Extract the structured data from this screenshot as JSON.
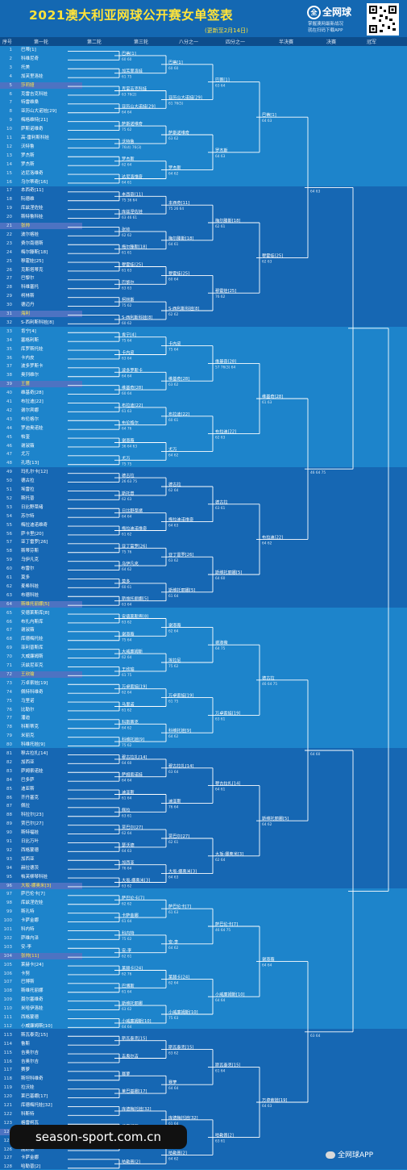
{
  "header": {
    "title": "2021澳大利亚网球公开赛女单签表",
    "subtitle": "(更新至2月14日)",
    "logo": {
      "badge": "全",
      "name": "全网球",
      "lines": [
        "掌握澳网最新战况",
        "就在扫码下载APP"
      ]
    }
  },
  "columns": [
    "序号",
    "第一轮",
    "第二轮",
    "第三轮",
    "八分之一",
    "四分之一",
    "半决赛",
    "决赛",
    "冠军"
  ],
  "draw": [
    {
      "n": "1",
      "p": "巴蒂[1]"
    },
    {
      "n": "2",
      "p": "科维尼奇"
    },
    {
      "n": "3",
      "p": "托美"
    },
    {
      "n": "4",
      "p": "加芙里洛娃"
    },
    {
      "n": "5",
      "p": "莎莉娅"
    },
    {
      "n": "6",
      "p": "克雷吉克科娃"
    },
    {
      "n": "7",
      "p": "特雷维桑"
    },
    {
      "n": "8",
      "p": "亚历山大诺娃[29]"
    },
    {
      "n": "9",
      "p": "梅格维特[21]"
    },
    {
      "n": "10",
      "p": "萨斯诺维奇"
    },
    {
      "n": "11",
      "p": "高-雷利斯科娃"
    },
    {
      "n": "12",
      "p": "沃特鲁"
    },
    {
      "n": "13",
      "p": "罗杰斯"
    },
    {
      "n": "14",
      "p": "罗杰斯"
    },
    {
      "n": "15",
      "p": "达尼洛维奇"
    },
    {
      "n": "16",
      "p": "乌尔蒂奇[16]"
    },
    {
      "n": "17",
      "p": "本西奇[11]"
    },
    {
      "n": "18",
      "p": "阮德维"
    },
    {
      "n": "19",
      "p": "库兹涅佐娃"
    },
    {
      "n": "20",
      "p": "斯特鲁科娃"
    },
    {
      "n": "21",
      "p": "张帅"
    },
    {
      "n": "22",
      "p": "波尔格娃"
    },
    {
      "n": "23",
      "p": "费尔南德斯"
    },
    {
      "n": "24",
      "p": "梅尔滕斯[18]"
    },
    {
      "n": "25",
      "p": "穆霍娃[25]"
    },
    {
      "n": "26",
      "p": "克斯塔蒂克"
    },
    {
      "n": "27",
      "p": "巴黎尔"
    },
    {
      "n": "28",
      "p": "科维塞托"
    },
    {
      "n": "29",
      "p": "柯林斯"
    },
    {
      "n": "30",
      "p": "德迈丹"
    },
    {
      "n": "31",
      "p": "海利"
    },
    {
      "n": "32",
      "p": "S-西利斯科娃[8]"
    },
    {
      "n": "33",
      "p": "肯宁[4]"
    },
    {
      "n": "34",
      "p": "塞格利斯"
    },
    {
      "n": "35",
      "p": "库罗斯托娃"
    },
    {
      "n": "36",
      "p": "卡内皮"
    },
    {
      "n": "37",
      "p": "波多罗斯卡"
    },
    {
      "n": "38",
      "p": "奥列维尔"
    },
    {
      "n": "39",
      "p": "王蔷"
    },
    {
      "n": "40",
      "p": "维基奇[28]"
    },
    {
      "n": "41",
      "p": "布拉迪[22]"
    },
    {
      "n": "42",
      "p": "谢尔宾娜"
    },
    {
      "n": "43",
      "p": "布伦格尔"
    },
    {
      "n": "44",
      "p": "罗迪奥诺娃"
    },
    {
      "n": "45",
      "p": "帕奎"
    },
    {
      "n": "46",
      "p": "谢淑薇"
    },
    {
      "n": "47",
      "p": "尤万"
    },
    {
      "n": "48",
      "p": "孔塔[13]"
    },
    {
      "n": "49",
      "p": "玛扎尔卡[12]"
    },
    {
      "n": "50",
      "p": "德古拉"
    },
    {
      "n": "51",
      "p": "埃雷拉"
    },
    {
      "n": "52",
      "p": "斯托普"
    },
    {
      "n": "53",
      "p": "日比野菜绪"
    },
    {
      "n": "54",
      "p": "苏尔特"
    },
    {
      "n": "55",
      "p": "梅拉迪诺维奇"
    },
    {
      "n": "56",
      "p": "萨卡里[20]"
    },
    {
      "n": "57",
      "p": "亚丁雷罗[26]"
    },
    {
      "n": "58",
      "p": "斯蒂芬斯"
    },
    {
      "n": "59",
      "p": "乌伊凡克"
    },
    {
      "n": "60",
      "p": "布雷尔"
    },
    {
      "n": "61",
      "p": "莫多"
    },
    {
      "n": "62",
      "p": "麦希科娃"
    },
    {
      "n": "63",
      "p": "布德科娃"
    },
    {
      "n": "64",
      "p": "斯维托丽娜[5]"
    },
    {
      "n": "65",
      "p": "安德莱斯库[8]"
    },
    {
      "n": "66",
      "p": "布扎内斯库"
    },
    {
      "n": "67",
      "p": "谢淑薇"
    },
    {
      "n": "68",
      "p": "库德梅托娃"
    },
    {
      "n": "69",
      "p": "菲利普斯库"
    },
    {
      "n": "70",
      "p": "大威廉姆斯"
    },
    {
      "n": "71",
      "p": "沃兹尼亚克"
    },
    {
      "n": "72",
      "p": "王欣瑜"
    },
    {
      "n": "73",
      "p": "万卓索娃[19]"
    },
    {
      "n": "74",
      "p": "佩特科维奇"
    },
    {
      "n": "75",
      "p": "马里诺"
    },
    {
      "n": "76",
      "p": "比勒尔"
    },
    {
      "n": "77",
      "p": "潘迪"
    },
    {
      "n": "78",
      "p": "科斯蒂克"
    },
    {
      "n": "79",
      "p": "米丽克"
    },
    {
      "n": "80",
      "p": "科维托娃[9]"
    },
    {
      "n": "81",
      "p": "穆古拉扎[14]"
    },
    {
      "n": "82",
      "p": "加西亚"
    },
    {
      "n": "83",
      "p": "萨姆索诺娃"
    },
    {
      "n": "84",
      "p": "巴多萨"
    },
    {
      "n": "85",
      "p": "迪亚斯"
    },
    {
      "n": "86",
      "p": "齐丹塞克"
    },
    {
      "n": "87",
      "p": "佩拉"
    },
    {
      "n": "88",
      "p": "科拉尔[23]"
    },
    {
      "n": "89",
      "p": "贾巴尔[27]"
    },
    {
      "n": "90",
      "p": "斯特福娃"
    },
    {
      "n": "91",
      "p": "日比万叶"
    },
    {
      "n": "92",
      "p": "西格蒙德"
    },
    {
      "n": "93",
      "p": "加西亚"
    },
    {
      "n": "94",
      "p": "赫拉德茨"
    },
    {
      "n": "95",
      "p": "帕芙柳琴科娃"
    },
    {
      "n": "96",
      "p": "大坂-娜奥米[3]"
    },
    {
      "n": "97",
      "p": "萨巴伦卡[7]"
    },
    {
      "n": "98",
      "p": "库兹涅佐娃"
    },
    {
      "n": "99",
      "p": "斯孔特"
    },
    {
      "n": "100",
      "p": "卡萨金娜"
    },
    {
      "n": "101",
      "p": "科内特"
    },
    {
      "n": "102",
      "p": "萨维内泽"
    },
    {
      "n": "103",
      "p": "安-李"
    },
    {
      "n": "104",
      "p": "张帅[11]"
    },
    {
      "n": "105",
      "p": "莱赫卡[24]"
    },
    {
      "n": "106",
      "p": "卡努"
    },
    {
      "n": "107",
      "p": "巴博斯"
    },
    {
      "n": "108",
      "p": "斯维托丽娜"
    },
    {
      "n": "109",
      "p": "聂尔塞维奇"
    },
    {
      "n": "110",
      "p": "米哈伊洛娃"
    },
    {
      "n": "111",
      "p": "西格蒙德"
    },
    {
      "n": "112",
      "p": "小威廉姆斯[10]"
    },
    {
      "n": "113",
      "p": "斯瓦泰克[15]"
    },
    {
      "n": "114",
      "p": "鲁斯"
    },
    {
      "n": "115",
      "p": "吉奥尔吉"
    },
    {
      "n": "116",
      "p": "吉奥尔吉"
    },
    {
      "n": "117",
      "p": "赛萝"
    },
    {
      "n": "118",
      "p": "斯坦科维奇"
    },
    {
      "n": "119",
      "p": "拉沃娃"
    },
    {
      "n": "120",
      "p": "莱巴基娜[17]"
    },
    {
      "n": "121",
      "p": "库德梅托娃[32]"
    },
    {
      "n": "122",
      "p": "科斯特"
    },
    {
      "n": "123",
      "p": "格雷柯瓦"
    },
    {
      "n": "124",
      "p": "帕芙柳琴科娃"
    },
    {
      "n": "125",
      "p": "萨马林"
    },
    {
      "n": "126",
      "p": "施耐德"
    },
    {
      "n": "127",
      "p": "卡萨金娜"
    },
    {
      "n": "128",
      "p": "哈勒普[2]"
    }
  ],
  "round_labels": {
    "r2": [
      "巴蒂[1]",
      "加芙里洛娃",
      "克雷吉克科娃",
      "亚历山大诺娃[29]",
      "萨斯诺维奇",
      "沃特鲁",
      "罗杰斯",
      "达尼洛维奇",
      "本西奇[11]",
      "库兹涅佐娃",
      "张帅",
      "梅尔滕斯[18]",
      "穆霍娃[25]",
      "巴黎尔",
      "柯林斯",
      "S-西利斯科娃[8]",
      "肯宁[4]",
      "卡内皮",
      "波多罗斯卡",
      "维基奇[28]",
      "布拉迪[22]",
      "布伦格尔",
      "谢淑薇",
      "尤万",
      "德古拉",
      "斯托普",
      "日比野菜绪",
      "梅拉迪诺维奇",
      "亚丁雷罗[26]",
      "乌伊凡克",
      "莫多",
      "斯维托丽娜[5]",
      "安德莱斯库[8]",
      "谢淑薇",
      "大威廉姆斯",
      "王欣瑜",
      "万卓索娃[19]",
      "马里诺",
      "科斯蒂克",
      "科维托娃[9]",
      "穆古拉扎[14]",
      "萨姆索诺娃",
      "迪亚斯",
      "佩拉",
      "贾巴尔[27]",
      "瑟沃德",
      "加西亚",
      "大坂-娜奥米[3]",
      "萨巴伦卡[7]",
      "卡萨金娜",
      "科内特",
      "安-李",
      "莱赫卡[24]",
      "巴博斯",
      "斯维托丽娜",
      "小威廉姆斯[10]",
      "斯瓦泰克[15]",
      "吉奥尔吉",
      "赛萝",
      "莱巴基娜[17]",
      "库德梅托娃[32]",
      "格雷柯瓦",
      "萨马林",
      "哈勒普[2]"
    ],
    "r3": [
      "巴蒂[1]",
      "亚历山大诺娃[29]",
      "萨斯诺维奇",
      "罗杰斯",
      "本西奇[11]",
      "梅尔滕斯[18]",
      "穆霍娃[25]",
      "S-西利斯科娃[8]",
      "卡内皮",
      "维基奇[28]",
      "布拉迪[22]",
      "尤万",
      "德古拉",
      "梅拉迪诺维奇",
      "亚丁雷罗[26]",
      "斯维托丽娜[5]",
      "谢淑薇",
      "埃拉尼",
      "万卓索娃[19]",
      "科维托娃[9]",
      "穆古拉扎[14]",
      "迪亚斯",
      "贾巴尔[27]",
      "大坂-娜奥米[3]",
      "萨巴伦卡[7]",
      "安-李",
      "莱赫卡[24]",
      "小威廉姆斯[10]",
      "斯瓦泰克[15]",
      "赛萝",
      "库德梅托娃[32]",
      "哈勒普[2]"
    ],
    "r16": [
      "巴蒂[1]",
      "罗杰斯",
      "梅尔滕斯[18]",
      "穆霍娃[25]",
      "维基奇[28]",
      "布拉迪[22]",
      "德古拉",
      "斯维托丽娜[5]",
      "谢淑薇",
      "万卓索娃[19]",
      "穆古拉扎[14]",
      "大坂-娜奥米[3]",
      "萨巴伦卡[7]",
      "小威廉姆斯[10]",
      "斯瓦泰克[15]",
      "哈勒普[2]"
    ],
    "qf": [
      "巴蒂[1]",
      "穆霍娃[25]",
      "维基奇[28]",
      "布拉迪[22]",
      "德古拉",
      "斯维托丽娜[5]",
      "谢淑薇",
      "万卓索娃[19]",
      "大坂-娜奥米[3]",
      "萨巴伦卡[7]",
      "小威廉姆斯[10]",
      "斯瓦泰克[15]",
      "哈勒普[2]"
    ]
  },
  "scores": {
    "r1": [
      "60 60",
      "61 75",
      "63 76(2)",
      "64 64",
      "75 62",
      "76(4) 76(3)",
      "62 64",
      "64 61",
      "75 36 64",
      "63 46 61",
      "62 62",
      "61 61",
      "61 63",
      "63 63",
      "75 62",
      "60 62",
      "75 64",
      "63 64",
      "64 64",
      "60 64",
      "61 63",
      "64 76",
      "36 64 63",
      "75 75",
      "26 63 75",
      "62 63",
      "64 64",
      "61 62",
      "75 76",
      "64 62",
      "60 61",
      "63 64",
      "63 62",
      "75 64",
      "62 64",
      "61 75",
      "62 64",
      "61 62",
      "64 62",
      "75 62",
      "64 60",
      "64 64",
      "61 64",
      "63 61",
      "62 64",
      "64 63",
      "76 64",
      "63 62",
      "62 62",
      "61 64",
      "75 62",
      "62 61",
      "62 76",
      "61 64",
      "63 62",
      "64 64"
    ],
    "r2": [
      "60 60",
      "61 76(5)",
      "63 62",
      "64 62",
      "75 26 64",
      "64 61",
      "60 64",
      "62 62",
      "75 64",
      "63 62",
      "60 61",
      "64 62",
      "62 64",
      "64 63",
      "63 62",
      "61 64",
      "62 64",
      "75 62",
      "61 75",
      "64 62",
      "63 64",
      "76 64",
      "62 61",
      "64 63",
      "61 63",
      "64 62",
      "62 64",
      "75 63",
      "63 62",
      "64 64",
      "61 64",
      "64 62"
    ],
    "r3": [
      "63 64",
      "64 63",
      "62 61",
      "76 62",
      "57 76(3) 64",
      "62 63",
      "63 61",
      "64 60",
      "64 75",
      "63 61",
      "64 61",
      "62 64",
      "46 64 75",
      "64 64",
      "61 64",
      "63 61"
    ],
    "r16": [
      "64 63",
      "62 63",
      "61 63",
      "64 62",
      "46 64 75",
      "64 62",
      "64 64",
      "64 63"
    ],
    "qf": [
      "64 63",
      "46 64 75",
      "64 60",
      "63 64"
    ]
  },
  "watermark": {
    "site": "season-sport.com.cn",
    "app": "全网球APP"
  }
}
